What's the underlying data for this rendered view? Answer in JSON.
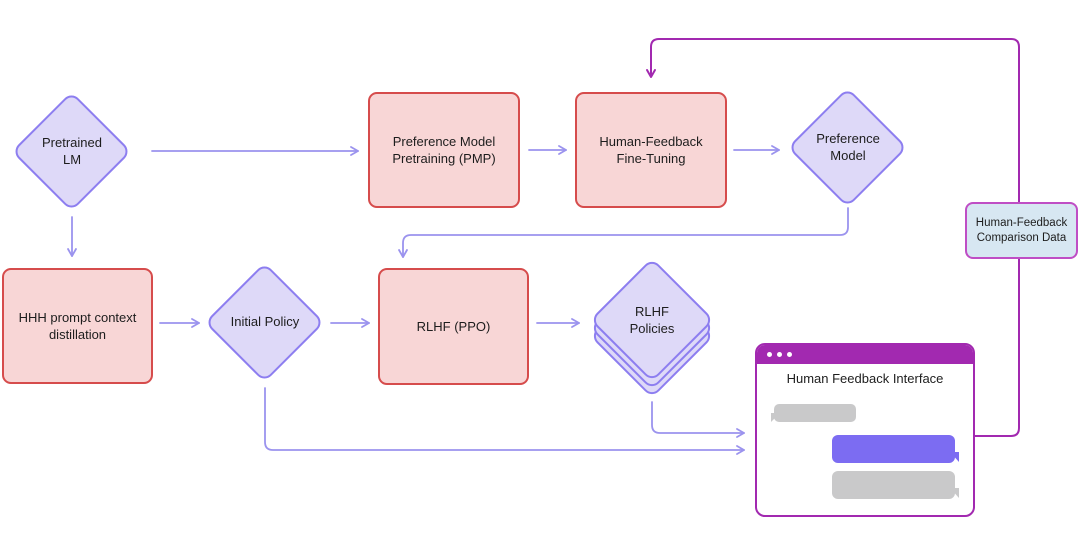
{
  "diagram": {
    "description": "RLHF training pipeline flowchart",
    "nodes": {
      "pretrained_lm": {
        "label": "Pretrained LM",
        "shape": "diamond"
      },
      "pmp": {
        "label": "Preference Model Pretraining (PMP)",
        "shape": "process-rect"
      },
      "hf_fine_tuning": {
        "label": "Human-Feedback Fine-Tuning",
        "shape": "process-rect"
      },
      "preference_model": {
        "label": "Preference Model",
        "shape": "diamond"
      },
      "hhh_distillation": {
        "label": "HHH prompt context distillation",
        "shape": "process-rect"
      },
      "initial_policy": {
        "label": "Initial Policy",
        "shape": "diamond"
      },
      "rlhf_ppo": {
        "label": "RLHF (PPO)",
        "shape": "process-rect"
      },
      "rlhf_policies": {
        "label": "RLHF Policies",
        "shape": "diamond-stack"
      },
      "hf_comparison_data": {
        "label": "Human-Feedback Comparison Data",
        "shape": "data-rect"
      }
    },
    "interface_window": {
      "title": "Human Feedback Interface",
      "traffic_light_dots": 3,
      "chat_bubbles": [
        "gray-left-small",
        "purple-right",
        "gray-right"
      ]
    },
    "edges": [
      "pretrained_lm -> pmp",
      "pretrained_lm -> hhh_distillation",
      "pmp -> hf_fine_tuning",
      "hf_fine_tuning -> preference_model",
      "preference_model -> rlhf_ppo",
      "hhh_distillation -> initial_policy",
      "initial_policy -> rlhf_ppo",
      "rlhf_ppo -> rlhf_policies",
      "initial_policy -> interface_window",
      "rlhf_policies -> interface_window",
      "interface_window -> hf_comparison_data -> hf_fine_tuning (feedback loop)"
    ],
    "colors": {
      "process_fill": "#f8d6d6",
      "process_border": "#d64c4c",
      "model_fill": "#ded9f8",
      "model_border": "#8d7ef0",
      "arrow_purple": "#9b93ee",
      "feedback_loop_magenta": "#a229b0",
      "data_fill": "#d7e7f2",
      "data_border": "#bf4ec5",
      "window_header": "#a229b0",
      "bubble_purple": "#7c6cf2",
      "bubble_gray": "#c9c9ca",
      "text": "#1d1d1d"
    }
  }
}
